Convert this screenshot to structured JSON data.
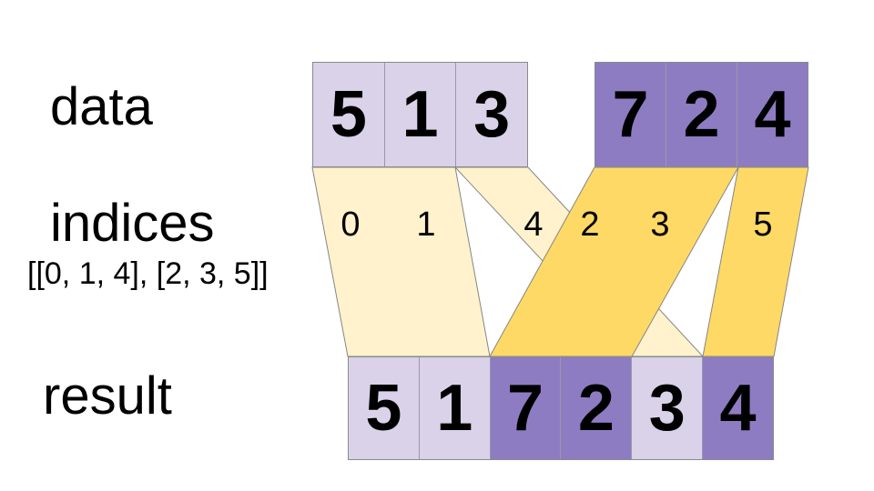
{
  "colors": {
    "light_purple": "#d9d2e9",
    "dark_purple": "#8e7cc3",
    "light_yellow": "#fff2cc",
    "gold": "#ffd966",
    "outline": "#858585",
    "text": "#000000",
    "background": "#ffffff"
  },
  "labels": {
    "data": "data",
    "indices": "indices",
    "indices_value": "[[0, 1, 4], [2, 3, 5]]",
    "result": "result"
  },
  "data_row": {
    "groups": [
      {
        "tone": "light",
        "values": [
          "5",
          "1",
          "3"
        ]
      },
      {
        "tone": "dark",
        "values": [
          "7",
          "2",
          "4"
        ]
      }
    ]
  },
  "indices_row": {
    "values": [
      "0",
      "1",
      "4",
      "2",
      "3",
      "5"
    ]
  },
  "result_row": {
    "values": [
      "5",
      "1",
      "7",
      "2",
      "3",
      "4"
    ],
    "tones": [
      "light",
      "light",
      "dark",
      "dark",
      "light",
      "dark"
    ]
  }
}
